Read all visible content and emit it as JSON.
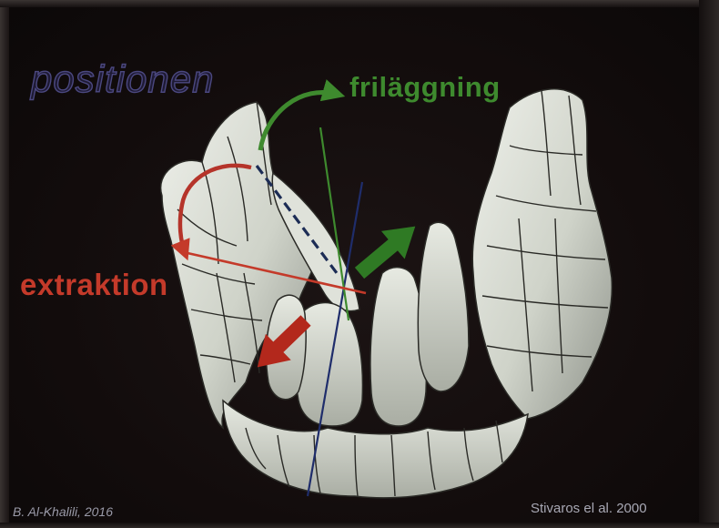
{
  "labels": {
    "positionen": "positionen",
    "frilaggning": "friläggning",
    "extraktion": "extraktion"
  },
  "credits": {
    "left": "B. Al-Khalili, 2016",
    "right": "Stivaros el al. 2000"
  },
  "colors": {
    "background": "#120c0c",
    "teeth": "#d8dcd3",
    "tooth_outline": "#2a2a26",
    "green": "#3e8a2e",
    "red": "#c43a2a",
    "navy": "#1f2d6b",
    "dashed": "#1c2c55"
  }
}
